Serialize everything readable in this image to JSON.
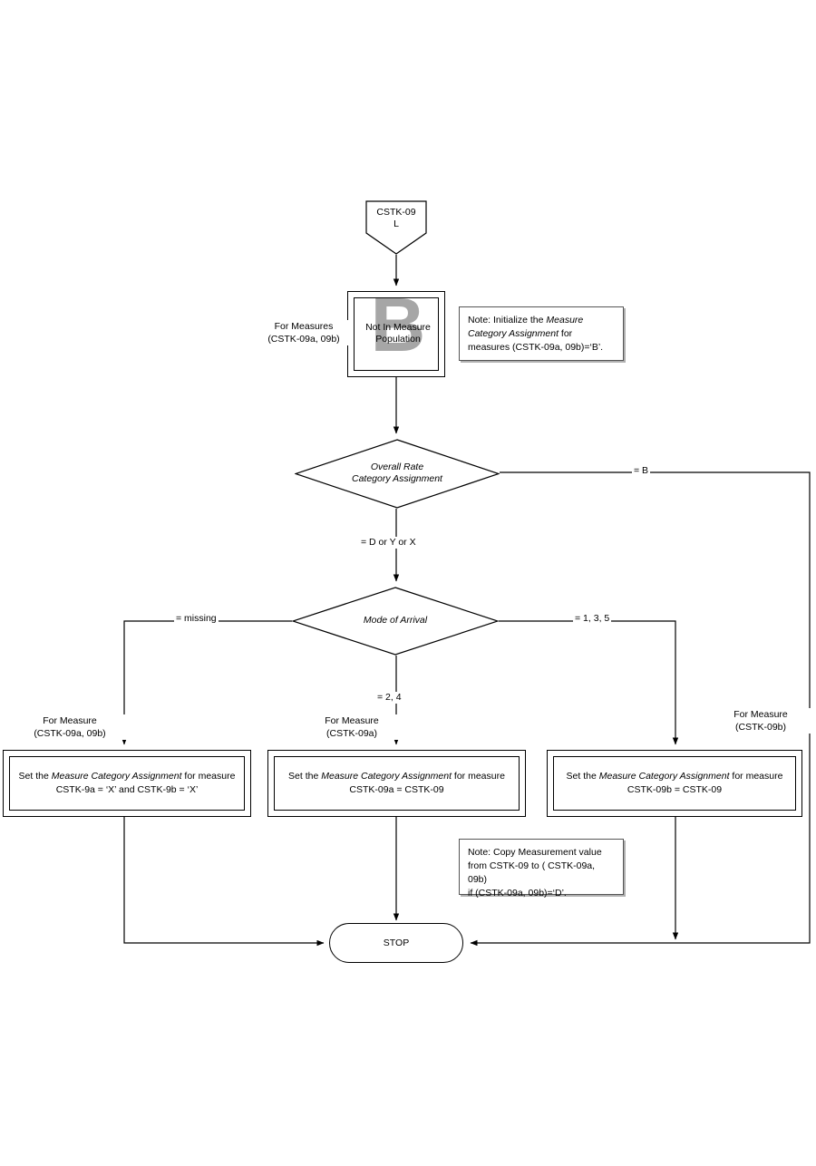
{
  "diagram": {
    "title": "CSTK-09 Measure Category Assignment Flowchart",
    "type": "flowchart",
    "colors": {
      "line": "#000000",
      "watermark": "#a6a6a6",
      "note_shadow": "#b0b0b0",
      "background": "#ffffff"
    }
  },
  "nodes": {
    "start": {
      "shape": "pentagon-connector",
      "label": "CSTK-09\nL"
    },
    "not_in_measure_population": {
      "shape": "double-rectangle",
      "label": "Not In Measure\nPopulation",
      "watermark": "B"
    },
    "decision_overall_rate": {
      "shape": "diamond",
      "label": "Overall Rate\nCategory Assignment"
    },
    "decision_mode_of_arrival": {
      "shape": "diamond",
      "label": "Mode of Arrival"
    },
    "action_missing": {
      "shape": "double-rectangle",
      "line1_prefix": "Set the ",
      "line1_italic": "Measure Category Assignment",
      "line1_suffix": " for measure",
      "line2": "CSTK-9a = ‘X’ and CSTK-9b  = ‘X’"
    },
    "action_mode_24": {
      "shape": "double-rectangle",
      "line1_prefix": "Set the ",
      "line1_italic": "Measure Category Assignment",
      "line1_suffix": " for measure",
      "line2": "CSTK-09a =  CSTK-09"
    },
    "action_mode_135": {
      "shape": "double-rectangle",
      "line1_prefix": "Set the ",
      "line1_italic": "Measure Category Assignment",
      "line1_suffix": " for measure",
      "line2": "CSTK-09b =  CSTK-09"
    },
    "stop": {
      "shape": "stadium",
      "label": "STOP"
    }
  },
  "notes": {
    "initialize": {
      "prefix": "Note: Initialize the ",
      "italic": "Measure Category Assignment",
      "suffix": " for measures (CSTK-09a, 09b)=‘B’."
    },
    "copy": {
      "text": "Note: Copy Measurement value\nfrom CSTK-09 to ( CSTK-09a, 09b)\n if (CSTK-09a, 09b)=‘D’."
    }
  },
  "annotations": {
    "for_measures_top": "For Measures\n(CSTK-09a, 09b)",
    "for_measure_left": "For Measure\n(CSTK-09a, 09b)",
    "for_measure_mid": "For Measure\n(CSTK-09a)",
    "for_measure_right": "For  Measure\n(CSTK-09b)"
  },
  "edge_labels": {
    "b": "= B",
    "d_or_y_or_x": "= D or Y or X",
    "missing": "= missing",
    "one_three_five": "= 1, 3, 5",
    "two_four": "= 2, 4"
  }
}
